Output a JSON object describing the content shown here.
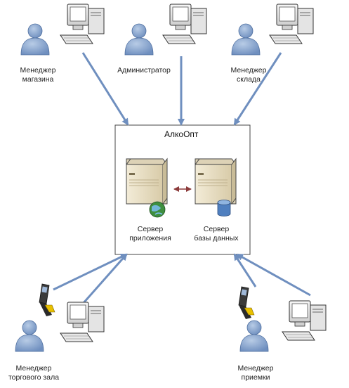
{
  "system": {
    "title": "АлкоОпт",
    "app_server": {
      "line1": "Сервер",
      "line2": "приложения"
    },
    "db_server": {
      "line1": "Сервер",
      "line2": "базы данных"
    }
  },
  "actors": {
    "store_manager": {
      "line1": "Менеджер",
      "line2": "магазина"
    },
    "admin": {
      "line1": "Администратор"
    },
    "warehouse_manager": {
      "line1": "Менеджер",
      "line2": "склада"
    },
    "floor_manager": {
      "line1": "Менеджер",
      "line2": "торгового зала"
    },
    "receiving_manager": {
      "line1": "Менеджер",
      "line2": "приемки"
    }
  },
  "colors": {
    "arrow": "#6f8fbf",
    "person": "#8aa7cf",
    "server_link": "#8b3a3a",
    "globe": "#3f8f3f",
    "database": "#4f7fbf"
  }
}
